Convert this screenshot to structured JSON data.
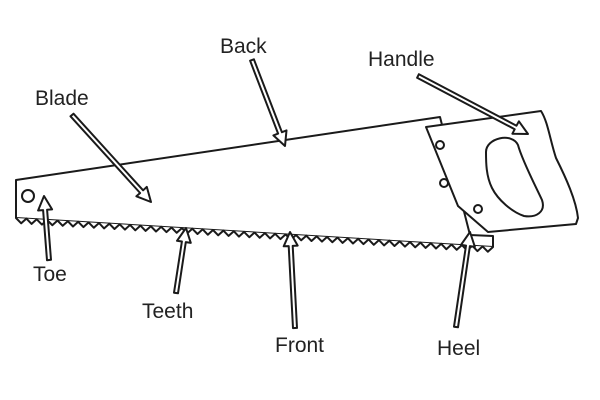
{
  "diagram": {
    "labels": {
      "back": "Back",
      "handle": "Handle",
      "blade": "Blade",
      "toe": "Toe",
      "teeth": "Teeth",
      "front": "Front",
      "heel": "Heel"
    }
  }
}
